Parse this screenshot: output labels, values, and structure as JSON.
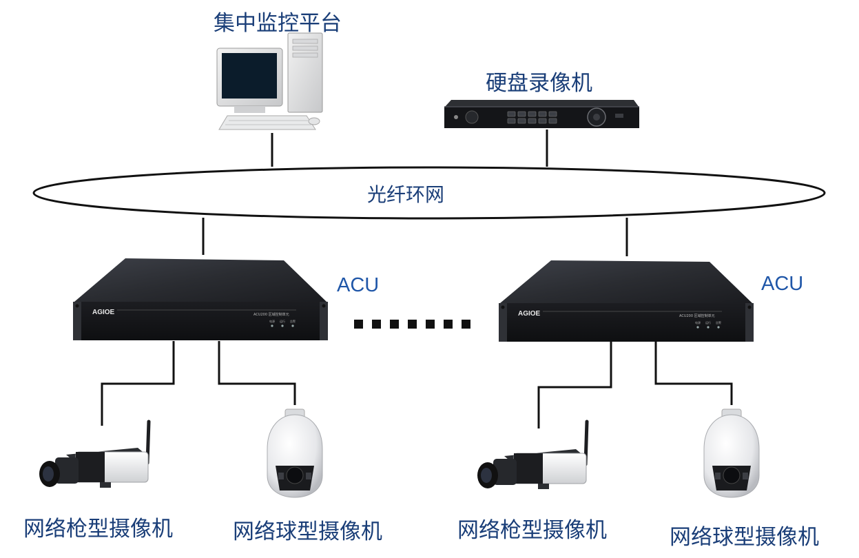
{
  "nodes": {
    "monitor_platform": "集中监控平台",
    "dvr": "硬盘录像机",
    "fiber_ring": "光纤环网",
    "acu_left": "ACU",
    "acu_right": "ACU",
    "bullet_cam_left": "网络枪型摄像机",
    "dome_cam_left": "网络球型摄像机",
    "bullet_cam_right": "网络枪型摄像机",
    "dome_cam_right": "网络球型摄像机"
  },
  "device_text": {
    "acu_brand": "AGIOE",
    "acu_panel": "ACU200 区域控制单元",
    "dvr_brand": "",
    "acu_leds": [
      "电源",
      "运行",
      "告警"
    ]
  },
  "colors": {
    "label": "#1a3e78",
    "acu_label": "#1f56a8",
    "line": "#111111",
    "device_dark": "#2b2d32"
  }
}
